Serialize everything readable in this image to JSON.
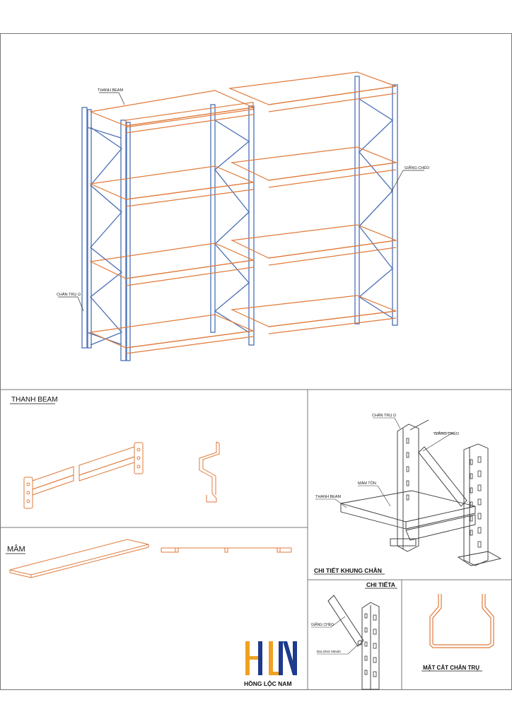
{
  "colors": {
    "upright": "#4a6fb5",
    "beam": "#e07a3a",
    "frame_line": "#555555",
    "logo_orange": "#f0a020",
    "logo_blue": "#1d3a8c"
  },
  "main_view": {
    "labels": {
      "beam": "THANH BEAM",
      "bracing": "GIẰNG CHÉO",
      "upright": "CHÂN TRỤ Ω"
    }
  },
  "sections": {
    "beam": {
      "title": "THANH BEAM"
    },
    "tray": {
      "title": "MÂM"
    },
    "frame_detail": {
      "title": "CHI TIẾT KHUNG CHÂN",
      "labels": {
        "upright": "CHÂN TRỤ Ω",
        "bracing": "GIẰNG CHÉO",
        "tray": "MÂM TÔN",
        "beam": "THANH BEAM"
      }
    },
    "detail_a": {
      "title": "CHI TIẾTA",
      "labels": {
        "bracing": "GIẰNG CHÉO",
        "bolt": "BULONG M8x60"
      }
    },
    "section_cut": {
      "title": "MẶT CẮT CHÂN TRỤ"
    }
  },
  "logo": {
    "name": "HỒNG LỘC NAM"
  }
}
